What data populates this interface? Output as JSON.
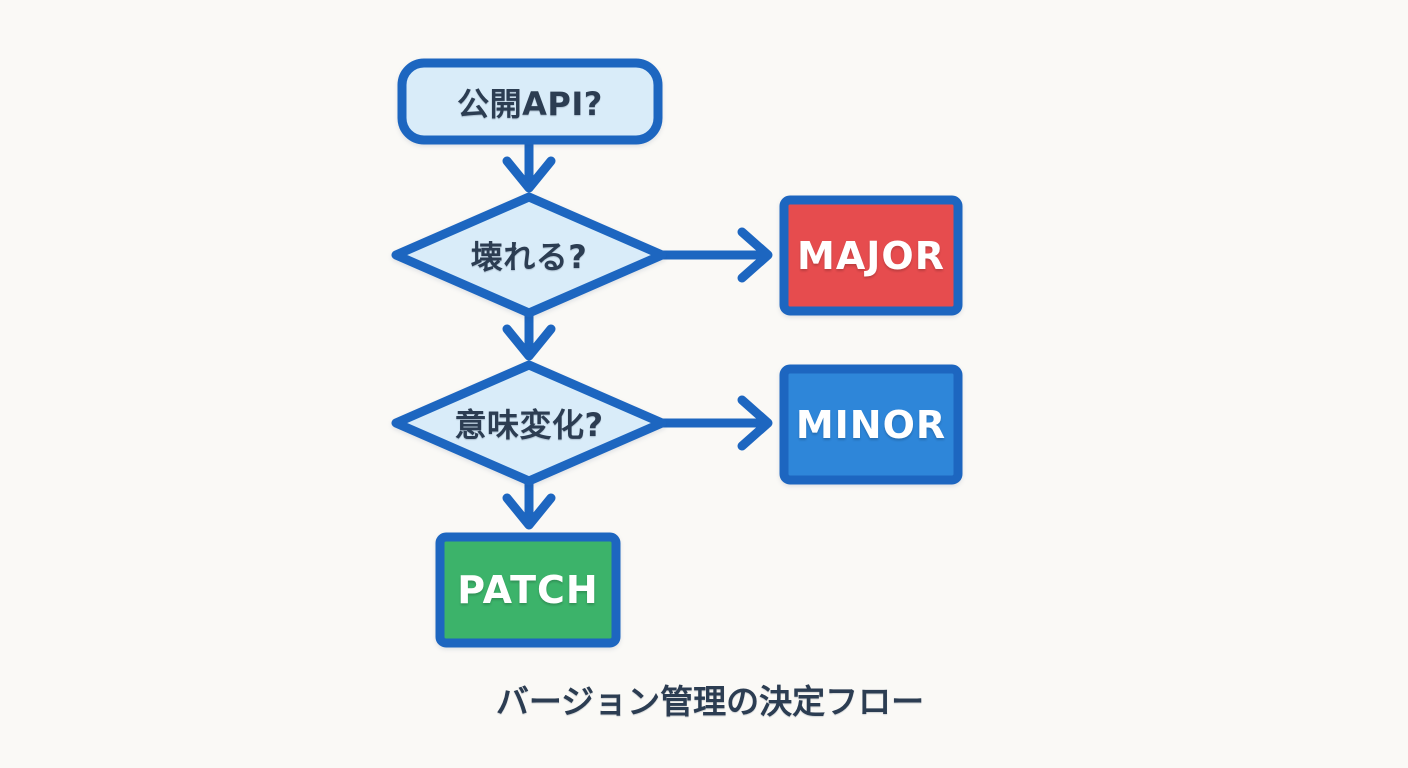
{
  "diagram": {
    "title": "バージョン管理の決定フロー",
    "type": "flowchart",
    "nodes": {
      "start": {
        "label": "公開API?",
        "shape": "rounded-rect",
        "fill": "#d9ecf9"
      },
      "decision1": {
        "label": "壊れる?",
        "shape": "diamond",
        "fill": "#d9ecf9"
      },
      "decision2": {
        "label": "意味変化?",
        "shape": "diamond",
        "fill": "#d9ecf9"
      },
      "major": {
        "label": "MAJOR",
        "shape": "rect",
        "fill": "#e64c4e"
      },
      "minor": {
        "label": "MINOR",
        "shape": "rect",
        "fill": "#2e86d9"
      },
      "patch": {
        "label": "PATCH",
        "shape": "rect",
        "fill": "#3cb36a"
      }
    },
    "edges": [
      {
        "from": "start",
        "to": "decision1",
        "direction": "down"
      },
      {
        "from": "decision1",
        "to": "major",
        "direction": "right"
      },
      {
        "from": "decision1",
        "to": "decision2",
        "direction": "down"
      },
      {
        "from": "decision2",
        "to": "minor",
        "direction": "right"
      },
      {
        "from": "decision2",
        "to": "patch",
        "direction": "down"
      }
    ],
    "colors": {
      "border_blue": "#1d66c0",
      "node_fill_light_blue": "#d9ecf9",
      "major_red": "#e64c4e",
      "minor_blue": "#2e86d9",
      "patch_green": "#3cb36a",
      "question_text": "#2c3d52",
      "result_text": "#ffffff",
      "background": "#faf9f6"
    }
  }
}
